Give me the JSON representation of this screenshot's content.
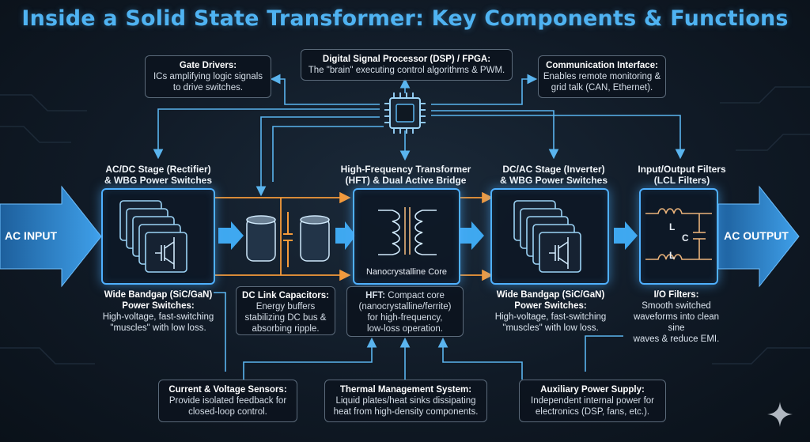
{
  "title": "Inside a Solid State Transformer: Key Components & Functions",
  "top": {
    "gate": {
      "heading": "Gate Drivers:",
      "line1": "ICs amplifying logic signals",
      "line2": "to drive switches."
    },
    "dsp": {
      "heading": "Digital Signal Processor (DSP) / FPGA:",
      "line1": "The \"brain\" executing control algorithms & PWM."
    },
    "comm": {
      "heading": "Communication Interface:",
      "line1": "Enables remote monitoring &",
      "line2": "grid talk (CAN, Ethernet)."
    }
  },
  "stages": {
    "acdc": {
      "title1": "AC/DC Stage (Rectifier)",
      "title2": "& WBG Power Switches"
    },
    "hft": {
      "title1": "High-Frequency Transformer",
      "title2": "(HFT) & Dual Active Bridge",
      "core": "Nanocrystalline Core"
    },
    "dcac": {
      "title1": "DC/AC Stage (Inverter)",
      "title2": "& WBG Power Switches"
    },
    "filt": {
      "title1": "Input/Output Filters",
      "title2": "(LCL Filters)",
      "L1": "L",
      "C": "C",
      "L2": "L"
    }
  },
  "io": {
    "input": "AC INPUT",
    "output": "AC OUTPUT"
  },
  "desc": {
    "wbg1": {
      "h1": "Wide Bandgap (SiC/GaN)",
      "h2": "Power Switches:",
      "l1": "High-voltage, fast-switching",
      "l2": "\"muscles\" with low loss."
    },
    "caps": {
      "h": "DC Link Capacitors:",
      "l1": "Energy buffers",
      "l2": "stabilizing DC bus &",
      "l3": "absorbing ripple."
    },
    "hft": {
      "h": "HFT:",
      "l0": "Compact core",
      "l1": "(nanocrystalline/ferrite)",
      "l2": "for high-frequency,",
      "l3": "low-loss operation."
    },
    "wbg2": {
      "h1": "Wide Bandgap (SiC/GaN)",
      "h2": "Power Switches:",
      "l1": "High-voltage, fast-switching",
      "l2": "\"muscles\" with low loss."
    },
    "filt": {
      "h": "I/O Filters:",
      "l1": "Smooth switched",
      "l2": "waveforms into clean sine",
      "l3": "waves & reduce EMI."
    }
  },
  "bottom": {
    "sensors": {
      "heading": "Current & Voltage Sensors:",
      "line1": "Provide isolated feedback for",
      "line2": "closed-loop control."
    },
    "thermal": {
      "heading": "Thermal Management System:",
      "line1": "Liquid plates/heat sinks dissipating",
      "line2": "heat from high-density components."
    },
    "aux": {
      "heading": "Auxiliary Power Supply:",
      "line1": "Independent internal power for",
      "line2": "electronics (DSP, fans, etc.)."
    }
  },
  "colors": {
    "accent": "#4fb3f2",
    "power": "#f59a3a",
    "control": "#5ab4ee"
  }
}
